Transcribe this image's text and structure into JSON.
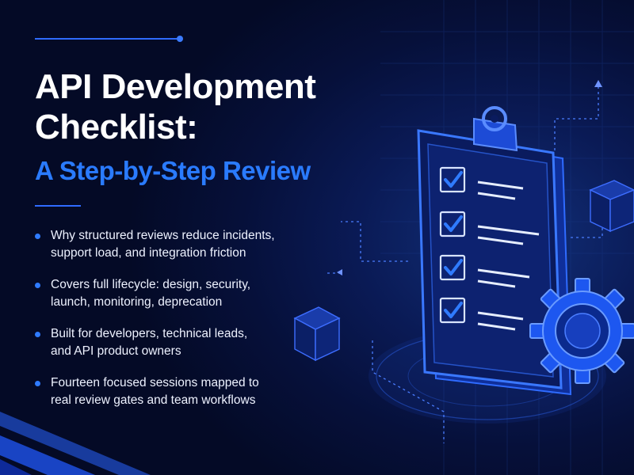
{
  "header": {
    "title_line1": "API Development",
    "title_line2": "Checklist:",
    "subtitle": "A Step-by-Step Review"
  },
  "bullets": [
    {
      "line1": "Why structured reviews reduce incidents,",
      "line2": "support load, and integration friction"
    },
    {
      "line1": "Covers full lifecycle: design, security,",
      "line2": "launch, monitoring, deprecation"
    },
    {
      "line1": "Built for developers, technical leads,",
      "line2": "and API product owners"
    },
    {
      "line1": "Fourteen focused sessions mapped to",
      "line2": "real review gates and team workflows"
    }
  ],
  "illustration": {
    "checklist_items": 4,
    "checked_items": 4,
    "icons": [
      "clipboard-icon",
      "checkmark-icon",
      "gear-icon",
      "cube-icon",
      "arrow-up-icon"
    ]
  },
  "colors": {
    "background": "#06103a",
    "accent": "#2f7bff",
    "title": "#ffffff",
    "subtitle": "#2a7bff",
    "body_text": "#eef2ff"
  }
}
